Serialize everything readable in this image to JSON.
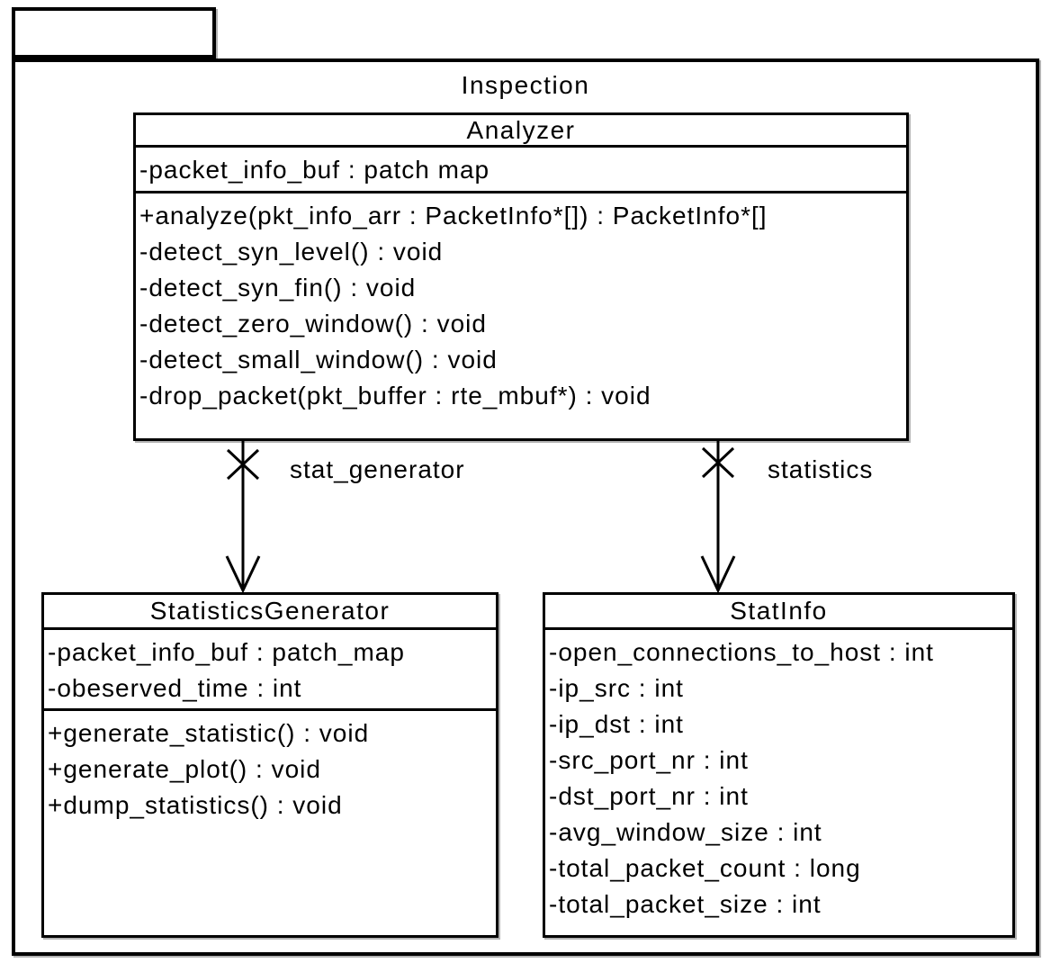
{
  "package": {
    "name": "Inspection"
  },
  "classes": {
    "analyzer": {
      "name": "Analyzer",
      "attributes": [
        "-packet_info_buf : patch map"
      ],
      "methods": [
        "+analyze(pkt_info_arr : PacketInfo*[]) : PacketInfo*[]",
        "-detect_syn_level() : void",
        "-detect_syn_fin() : void",
        "-detect_zero_window() : void",
        "-detect_small_window() : void",
        "-drop_packet(pkt_buffer : rte_mbuf*) : void"
      ]
    },
    "statistics_generator": {
      "name": "StatisticsGenerator",
      "attributes": [
        "-packet_info_buf : patch_map",
        "-obeserved_time : int"
      ],
      "methods": [
        "+generate_statistic() : void",
        "+generate_plot() : void",
        "+dump_statistics() : void"
      ]
    },
    "stat_info": {
      "name": "StatInfo",
      "attributes": [
        "-open_connections_to_host : int",
        "-ip_src : int",
        "-ip_dst : int",
        "-src_port_nr : int",
        "-dst_port_nr : int",
        "-avg_window_size : int",
        "-total_packet_count : long",
        "-total_packet_size : int"
      ],
      "methods": []
    }
  },
  "associations": [
    {
      "label": "stat_generator",
      "from": "Analyzer",
      "to": "StatisticsGenerator"
    },
    {
      "label": "statistics",
      "from": "Analyzer",
      "to": "StatInfo"
    }
  ],
  "colors": {
    "line": "#000000",
    "background": "#ffffff"
  }
}
